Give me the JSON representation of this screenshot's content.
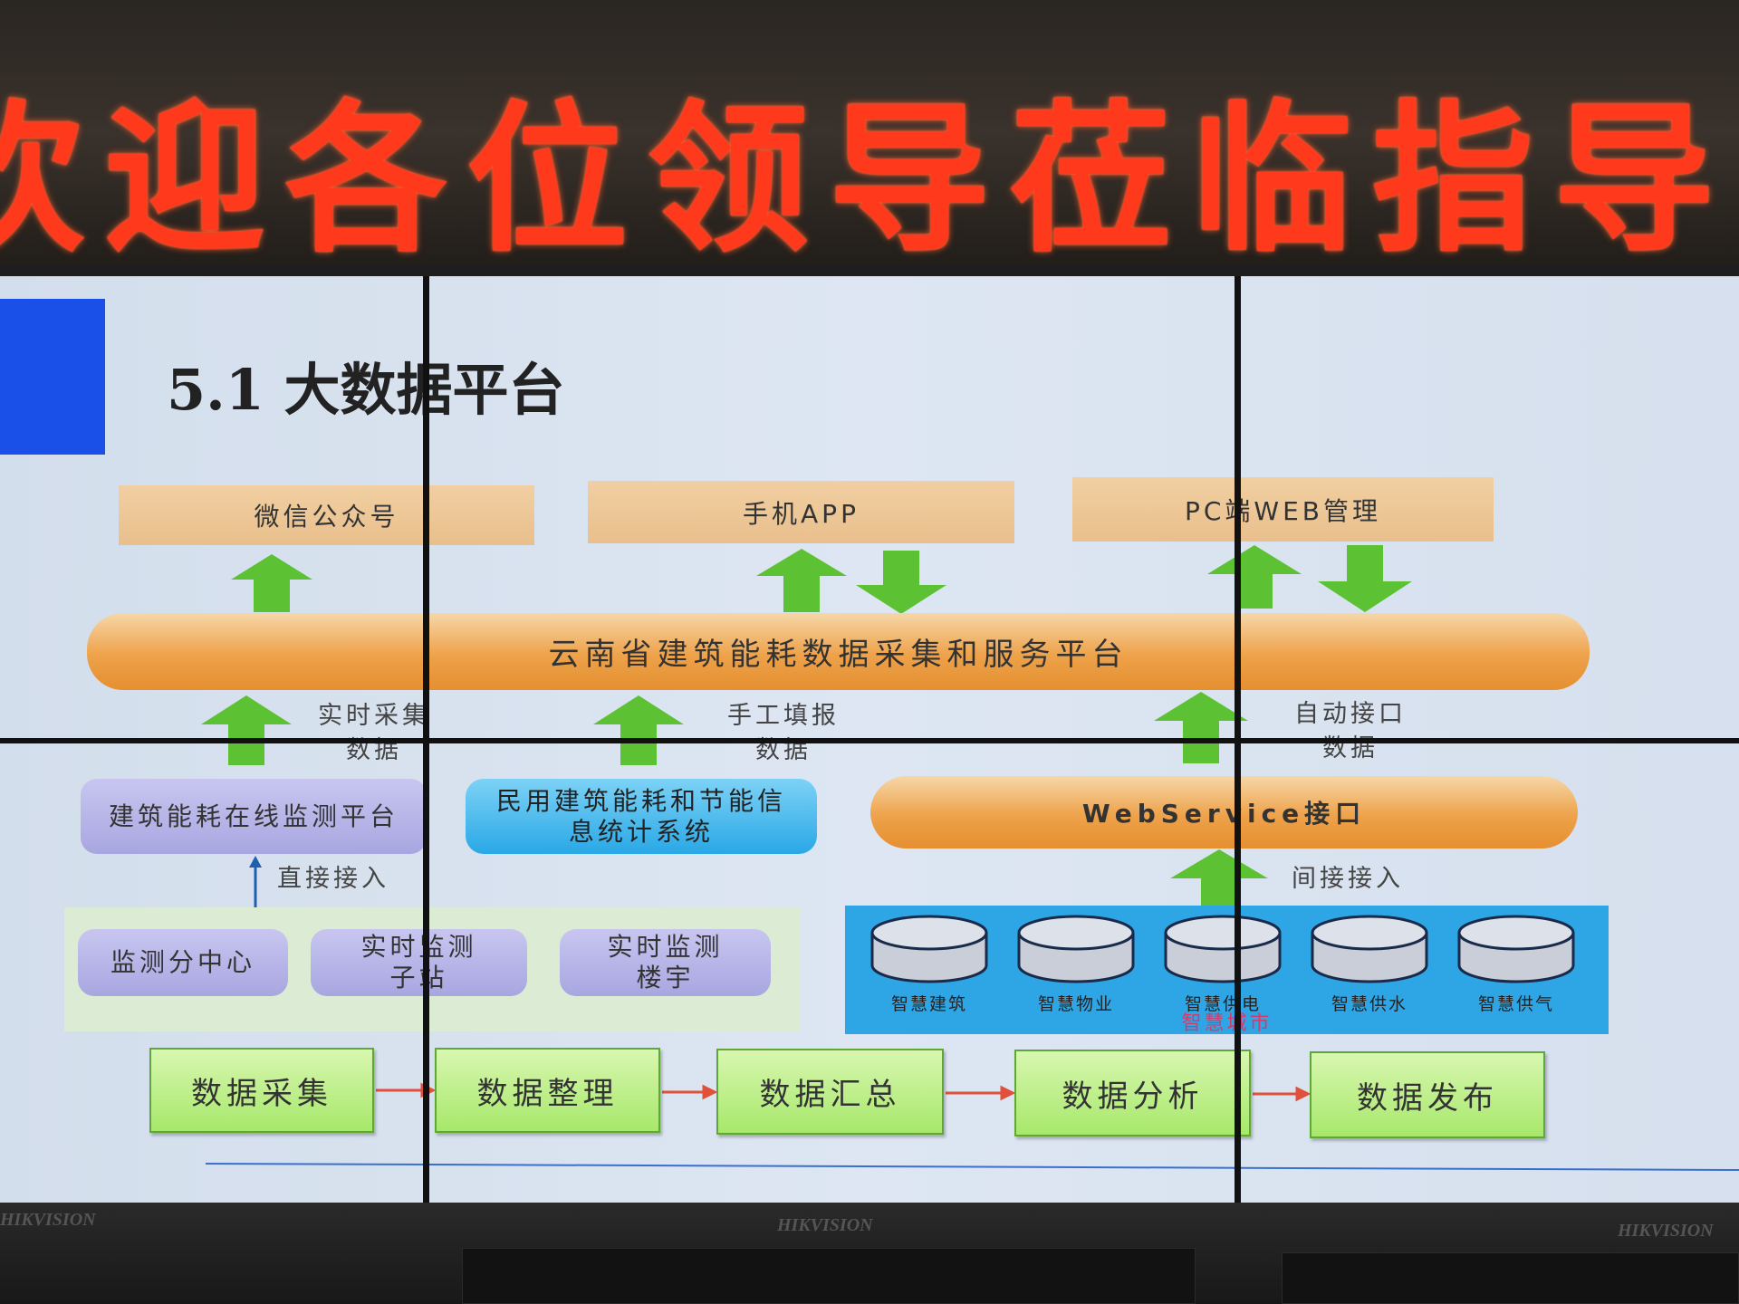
{
  "led_banner": {
    "text": "欢迎各位领导莅临指导!"
  },
  "slide": {
    "title": "5.1 大数据平台",
    "outputs": [
      "微信公众号",
      "手机APP",
      "PC端WEB管理"
    ],
    "platform": "云南省建筑能耗数据采集和服务平台",
    "input_labels": [
      {
        "line1": "实时采集",
        "line2": "数据"
      },
      {
        "line1": "手工填报",
        "line2": "数据"
      },
      {
        "line1": "自动接口",
        "line2": "数据"
      }
    ],
    "online_monitor": "建筑能耗在线监测平台",
    "stats_system": "民用建筑能耗和节能信息统计系统",
    "webservice": "WebService接口",
    "direct_access": "直接接入",
    "indirect_access": "间接接入",
    "monitor_nodes": [
      "监测分中心",
      "实时监测子站",
      "实时监测楼宇"
    ],
    "smart_city": {
      "title": "智慧城市",
      "databases": [
        "智慧建筑",
        "智慧物业",
        "智慧供电",
        "智慧供水",
        "智慧供气"
      ]
    },
    "process": [
      "数据采集",
      "数据整理",
      "数据汇总",
      "数据分析",
      "数据发布"
    ],
    "colors": {
      "arrow_green": "#5cc234",
      "process_arrow": "#e0503a",
      "led_red": "#ff3a1c"
    }
  },
  "bezel": {
    "brand": "HIKVISION"
  }
}
